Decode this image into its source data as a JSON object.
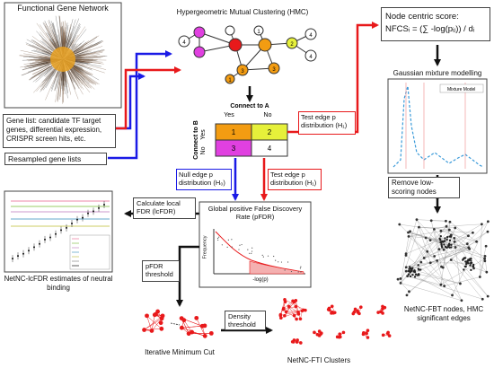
{
  "functional_network": {
    "title": "Functional Gene Network"
  },
  "gene_list": {
    "text": "Gene list: candidate TF target genes, differential expression, CRISPR screen hits, etc."
  },
  "resampled": {
    "text": "Resampled gene lists"
  },
  "hmc": {
    "title": "Hypergeometric Mutual Clustering (HMC)",
    "node_labels": [
      "4",
      "3",
      "3",
      "2",
      "4",
      "4",
      "1",
      "1"
    ]
  },
  "connect_a": "Connect to A",
  "connect_b": "Connect to B",
  "contingency": {
    "yes": "Yes",
    "no": "No",
    "cells": [
      "1",
      "2",
      "3",
      "4"
    ],
    "colors": [
      "#f39c12",
      "#e6f03a",
      "#e040e0",
      "#ffffff"
    ]
  },
  "test_edge_h1_top": "Test edge p distribution (H₁)",
  "nfcs": {
    "line1": "Node centric score:",
    "line2": "NFCSᵢ = (∑ -log(pᵢⱼ)) / dᵢ"
  },
  "gmm": {
    "title": "Gaussian mixture modelling",
    "legend": "Mixture Model"
  },
  "remove": {
    "text": "Remove low-scoring nodes"
  },
  "fbt": {
    "text": "NetNC-FBT nodes, HMC significant edges"
  },
  "null_edge": "Null edge p distribution (H₀)",
  "test_edge_h1": "Test edge p distribution (H₁)",
  "calc_fdr": "Calculate local FDR (lcFDR)",
  "pfdr_box": {
    "title": "Global positive False Discovery Rate (pFDR)",
    "ylabel": "Frequency",
    "xlabel": "-log(p)"
  },
  "lcfdr_caption": "NetNC-lcFDR estimates of neutral binding",
  "pfdr_threshold": "pFDR threshold",
  "min_cut": "Iterative Minimum Cut",
  "density": "Density threshold",
  "fti": "NetNC-FTI Clusters",
  "colors": {
    "red_arrow": "#e8191b",
    "blue_arrow": "#1a1ae6",
    "black_arrow": "#111111"
  }
}
